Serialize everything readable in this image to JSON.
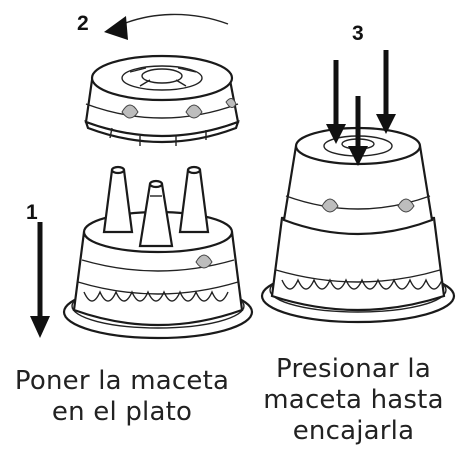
{
  "steps": [
    {
      "number": "1"
    },
    {
      "number": "2"
    },
    {
      "number": "3"
    }
  ],
  "captions": {
    "left": "Poner la maceta\nen el plato",
    "right": "Presionar la\nmaceta hasta\nencajarla"
  },
  "colors": {
    "line": "#1a1a1a",
    "shade": "#bdbdbd",
    "background": "#ffffff"
  }
}
